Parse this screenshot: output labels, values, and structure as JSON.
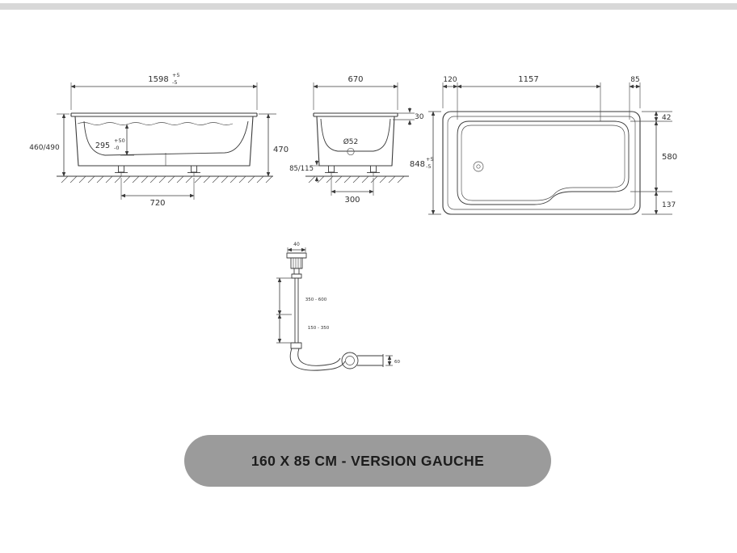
{
  "banner": {
    "label": "160 X 85 CM - VERSION GAUCHE",
    "bg": "#9b9b9b",
    "text_color": "#1c1c1c"
  },
  "drawing": {
    "line_color": "#3a3a3a",
    "side_view": {
      "length": "1598",
      "length_tol_plus": "+5",
      "length_tol_minus": "-5",
      "height_overall": "460/490",
      "depth": "295",
      "depth_tol_plus": "+50",
      "depth_tol_minus": "-0",
      "height_right": "470",
      "feet_spacing": "720"
    },
    "end_view": {
      "width": "670",
      "rim_height": "30",
      "drain_diameter": "Ø52",
      "foot_height": "85/115",
      "feet_spacing": "300"
    },
    "plan_view": {
      "offset_left": "120",
      "inner_length": "1157",
      "offset_right": "85",
      "edge_top": "42",
      "inner_width": "580",
      "edge_bottom": "137",
      "width_overall": "848",
      "width_tol_plus": "+5",
      "width_tol_minus": "-5"
    },
    "drain_kit": {
      "knob_width": "40",
      "cable_length": "350 - 600",
      "hose_length": "150 - 350",
      "outlet_height": "60"
    }
  }
}
